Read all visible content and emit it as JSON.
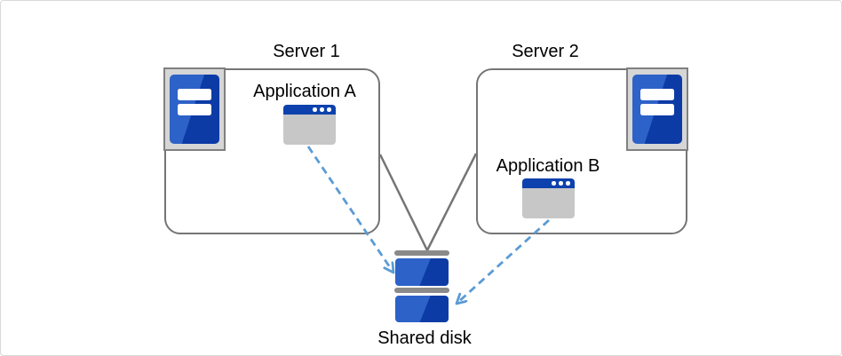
{
  "diagram": {
    "nodes": {
      "server1": {
        "label": "Server 1",
        "icon": "server-tower-icon"
      },
      "server2": {
        "label": "Server 2",
        "icon": "server-tower-icon"
      },
      "app_a": {
        "label": "Application A",
        "icon": "application-window-icon"
      },
      "app_b": {
        "label": "Application B",
        "icon": "application-window-icon"
      },
      "shared_disk": {
        "label": "Shared disk",
        "icon": "stacked-disk-icon"
      }
    },
    "edges": [
      {
        "from": "server1",
        "to": "shared_disk",
        "style": "solid-line"
      },
      {
        "from": "server2",
        "to": "shared_disk",
        "style": "solid-line"
      },
      {
        "from": "app_a",
        "to": "shared_disk",
        "style": "dashed-arrow"
      },
      {
        "from": "app_b",
        "to": "shared_disk",
        "style": "dashed-arrow"
      }
    ],
    "colors": {
      "canvas-border": "#d9d9d9",
      "box-border": "#757575",
      "connector": "#757575",
      "arrow": "#5b9bd5",
      "blue-light": "#2d62c8",
      "blue-dark": "#0d3ba6",
      "titlebar-blue": "#0d41ad",
      "window-body": "#c7c7c7",
      "bezel-fill": "#d6d6d6",
      "bezel-border": "#808080",
      "disk-cap": "#8a8a8a"
    }
  }
}
